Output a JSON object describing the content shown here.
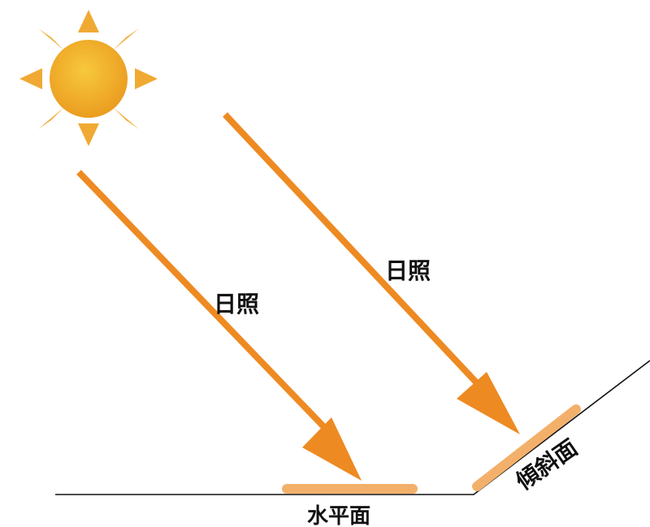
{
  "labels": {
    "sunlight_left": "日照",
    "sunlight_right": "日照",
    "horizontal_surface": "水平面",
    "inclined_surface": "傾斜面"
  },
  "icons": {
    "sun": "sun-icon",
    "arrow": "arrow-icon"
  },
  "colors": {
    "arrow": "#ee8a22",
    "sun_ray": "#f0aa33",
    "sun_core_light": "#f6c23a",
    "sun_core_dark": "#e99a1e",
    "surface_plate": "#f3b06a",
    "ground_line": "#111111"
  }
}
